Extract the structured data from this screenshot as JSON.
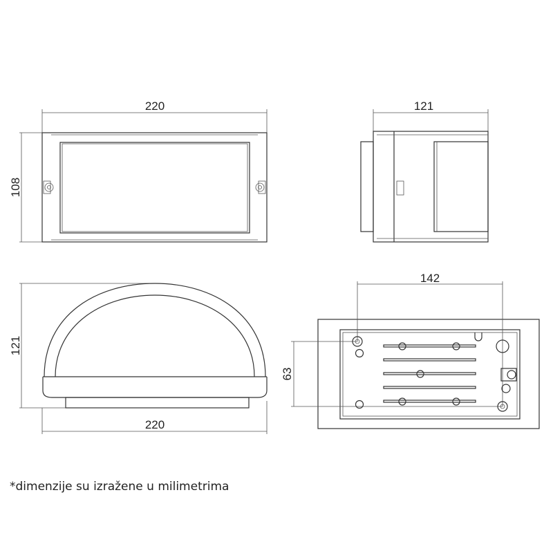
{
  "front_view": {
    "width_label": "220",
    "height_label": "108"
  },
  "side_view": {
    "depth_label": "121"
  },
  "top_view": {
    "depth_label": "121",
    "width_label": "220"
  },
  "back_view": {
    "hole_spacing_h_label": "142",
    "hole_spacing_v_label": "63"
  },
  "footnote": "*dimenzije su izražene u milimetrima"
}
